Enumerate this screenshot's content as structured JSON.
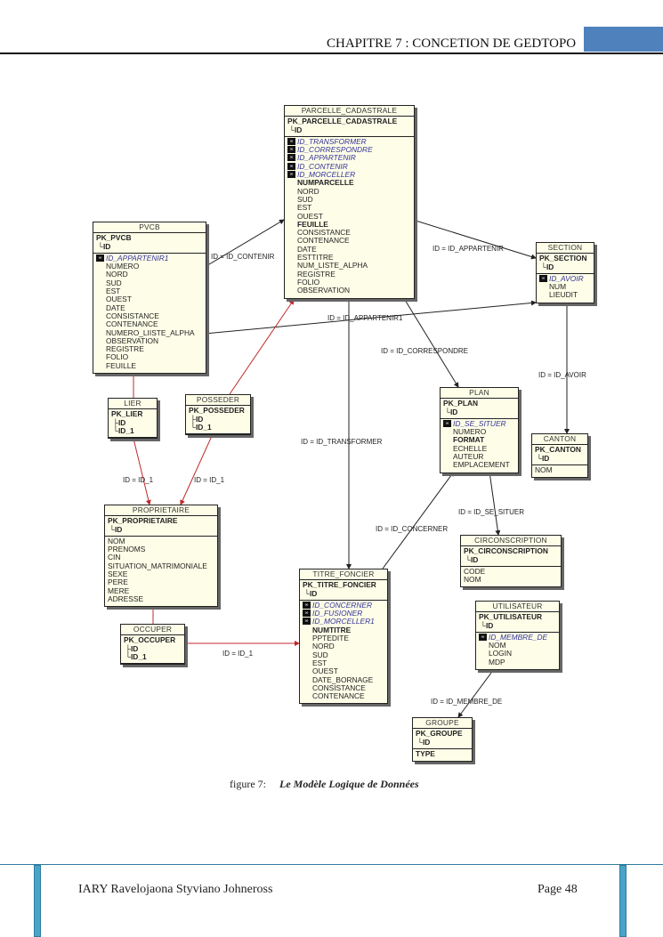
{
  "header": {
    "title": "CHAPITRE 7 : CONCETION DE GEDTOPO",
    "accent_color": "#4f81bd"
  },
  "caption": {
    "label": "figure 7:",
    "title": "Le Modèle Logique de Données"
  },
  "footer": {
    "author": "IARY Ravelojaona Styviano Johneross",
    "page": "Page 48",
    "accent_color": "#4aa3c8"
  },
  "diagram": {
    "colors": {
      "entity_fill": "#fefee8",
      "fk_text": "#33339a",
      "line_black": "#222222",
      "line_red": "#c0282d"
    },
    "entities": [
      {
        "id": "parcelle_cadastrale",
        "name": "PARCELLE_CADASTRALE",
        "pk_name": "PK_PARCELLE_CADASTRALE",
        "pk_cols": [
          "ID"
        ],
        "columns": [
          {
            "name": "ID_TRANSFORMER",
            "fk": true
          },
          {
            "name": "ID_CORRESPONDRE",
            "fk": true
          },
          {
            "name": "ID_APPARTENIR",
            "fk": true
          },
          {
            "name": "ID_CONTENIR",
            "fk": true
          },
          {
            "name": "ID_MORCELLER",
            "fk": true
          },
          {
            "name": "NUMPARCELLE",
            "bold": true
          },
          {
            "name": "NORD"
          },
          {
            "name": "SUD"
          },
          {
            "name": "EST"
          },
          {
            "name": "OUEST"
          },
          {
            "name": "FEUILLE",
            "bold": true
          },
          {
            "name": "CONSISTANCE"
          },
          {
            "name": "CONTENANCE"
          },
          {
            "name": "DATE"
          },
          {
            "name": "ESTTITRE"
          },
          {
            "name": "NUM_LISTE_ALPHA"
          },
          {
            "name": "REGISTRE"
          },
          {
            "name": "FOLIO"
          },
          {
            "name": "OBSERVATION"
          }
        ]
      },
      {
        "id": "pvcb",
        "name": "PVCB",
        "pk_name": "PK_PVCB",
        "pk_cols": [
          "ID"
        ],
        "columns": [
          {
            "name": "ID_APPARTENIR1",
            "fk": true
          },
          {
            "name": "NUMERO"
          },
          {
            "name": "NORD"
          },
          {
            "name": "SUD"
          },
          {
            "name": "EST"
          },
          {
            "name": "OUEST"
          },
          {
            "name": "DATE"
          },
          {
            "name": "CONSISTANCE"
          },
          {
            "name": "CONTENANCE"
          },
          {
            "name": "NUMERO_LIISTE_ALPHA"
          },
          {
            "name": "OBSERVATION"
          },
          {
            "name": "REGISTRE"
          },
          {
            "name": "FOLIO"
          },
          {
            "name": "FEUILLE"
          }
        ]
      },
      {
        "id": "section",
        "name": "SECTION",
        "pk_name": "PK_SECTION",
        "pk_cols": [
          "ID"
        ],
        "columns": [
          {
            "name": "ID_AVOIR",
            "fk": true
          },
          {
            "name": "NUM"
          },
          {
            "name": "LIEUDIT"
          }
        ]
      },
      {
        "id": "lier",
        "name": "LIER",
        "pk_name": "PK_LIER",
        "pk_cols": [
          "ID",
          "ID_1"
        ],
        "columns": []
      },
      {
        "id": "posseder",
        "name": "POSSEDER",
        "pk_name": "PK_POSSEDER",
        "pk_cols": [
          "ID",
          "ID_1"
        ],
        "columns": []
      },
      {
        "id": "plan",
        "name": "PLAN",
        "pk_name": "PK_PLAN",
        "pk_cols": [
          "ID"
        ],
        "columns": [
          {
            "name": "ID_SE_SITUER",
            "fk": true
          },
          {
            "name": "NUMERO"
          },
          {
            "name": "FORMAT",
            "bold": true
          },
          {
            "name": "ECHELLE"
          },
          {
            "name": "AUTEUR"
          },
          {
            "name": "EMPLACEMENT"
          }
        ]
      },
      {
        "id": "canton",
        "name": "CANTON",
        "pk_name": "PK_CANTON",
        "pk_cols": [
          "ID"
        ],
        "columns": [
          {
            "name": "NOM",
            "nofk": true
          }
        ]
      },
      {
        "id": "proprietaire",
        "name": "PROPRIETAIRE",
        "pk_name": "PK_PROPRIETAIRE",
        "pk_cols": [
          "ID"
        ],
        "columns": [
          {
            "name": "NOM",
            "nofk": true
          },
          {
            "name": "PRENOMS",
            "nofk": true
          },
          {
            "name": "CIN",
            "nofk": true
          },
          {
            "name": "SITUATION_MATRIMONIALE",
            "nofk": true
          },
          {
            "name": "SEXE",
            "nofk": true
          },
          {
            "name": "PERE",
            "nofk": true
          },
          {
            "name": "MERE",
            "nofk": true
          },
          {
            "name": "ADRESSE",
            "nofk": true
          }
        ]
      },
      {
        "id": "circonscription",
        "name": "CIRCONSCRIPTION",
        "pk_name": "PK_CIRCONSCRIPTION",
        "pk_cols": [
          "ID"
        ],
        "columns": [
          {
            "name": "CODE",
            "nofk": true
          },
          {
            "name": "NOM",
            "nofk": true
          }
        ]
      },
      {
        "id": "titre_foncier",
        "name": "TITRE_FONCIER",
        "pk_name": "PK_TITRE_FONCIER",
        "pk_cols": [
          "ID"
        ],
        "columns": [
          {
            "name": "ID_CONCERNER",
            "fk": true
          },
          {
            "name": "ID_FUSIONER",
            "fk": true
          },
          {
            "name": "ID_MORCELLER1",
            "fk": true
          },
          {
            "name": "NUMTITRE",
            "bold": true
          },
          {
            "name": "PPTEDITE"
          },
          {
            "name": "NORD"
          },
          {
            "name": "SUD"
          },
          {
            "name": "EST"
          },
          {
            "name": "OUEST"
          },
          {
            "name": "DATE_BORNAGE"
          },
          {
            "name": "CONSISTANCE"
          },
          {
            "name": "CONTENANCE"
          }
        ]
      },
      {
        "id": "utilisateur",
        "name": "UTILISATEUR",
        "pk_name": "PK_UTILISATEUR",
        "pk_cols": [
          "ID"
        ],
        "columns": [
          {
            "name": "ID_MEMBRE_DE",
            "fk": true
          },
          {
            "name": "NOM"
          },
          {
            "name": "LOGIN"
          },
          {
            "name": "MDP"
          }
        ]
      },
      {
        "id": "occuper",
        "name": "OCCUPER",
        "pk_name": "PK_OCCUPER",
        "pk_cols": [
          "ID",
          "ID_1"
        ],
        "columns": []
      },
      {
        "id": "groupe",
        "name": "GROUPE",
        "pk_name": "PK_GROUPE",
        "pk_cols": [
          "ID"
        ],
        "columns": [
          {
            "name": "TYPE",
            "nofk": true,
            "bold": true
          }
        ]
      }
    ],
    "relations": [
      {
        "id": "contenir",
        "label": "ID = ID_CONTENIR",
        "from": "pvcb",
        "to": "parcelle_cadastrale",
        "color": "black"
      },
      {
        "id": "appartenir",
        "label": "ID = ID_APPARTENIR",
        "from": "parcelle_cadastrale",
        "to": "section",
        "color": "black"
      },
      {
        "id": "appartenir1",
        "label": "ID = ID_APPARTENIR1",
        "from": "pvcb",
        "to": "section",
        "color": "black"
      },
      {
        "id": "correspondre",
        "label": "ID = ID_CORRESPONDRE",
        "from": "parcelle_cadastrale",
        "to": "plan",
        "color": "black"
      },
      {
        "id": "avoir",
        "label": "ID = ID_AVOIR",
        "from": "section",
        "to": "canton",
        "color": "black"
      },
      {
        "id": "transformer",
        "label": "ID = ID_TRANSFORMER",
        "from": "parcelle_cadastrale",
        "to": "titre_foncier",
        "color": "black"
      },
      {
        "id": "se_situer",
        "label": "ID = ID_SE_SITUER",
        "from": "plan",
        "to": "circonscription",
        "color": "black"
      },
      {
        "id": "concerner",
        "label": "ID = ID_CONCERNER",
        "from": "titre_foncier",
        "to": "plan",
        "color": "black"
      },
      {
        "id": "membre_de",
        "label": "ID = ID_MEMBRE_DE",
        "from": "utilisateur",
        "to": "groupe",
        "color": "black"
      },
      {
        "id": "lier_pvcb",
        "label": "",
        "from": "lier",
        "to": "pvcb",
        "color": "red"
      },
      {
        "id": "lier_prop",
        "label": "ID = ID_1",
        "from": "lier",
        "to": "proprietaire",
        "color": "red"
      },
      {
        "id": "posseder_parc",
        "label": "",
        "from": "posseder",
        "to": "parcelle_cadastrale",
        "color": "red"
      },
      {
        "id": "posseder_prop",
        "label": "ID = ID_1",
        "from": "posseder",
        "to": "proprietaire",
        "color": "red"
      },
      {
        "id": "occuper_prop",
        "label": "",
        "from": "occuper",
        "to": "proprietaire",
        "color": "red"
      },
      {
        "id": "occuper_titre",
        "label": "ID = ID_1",
        "from": "occuper",
        "to": "titre_foncier",
        "color": "red"
      }
    ]
  }
}
